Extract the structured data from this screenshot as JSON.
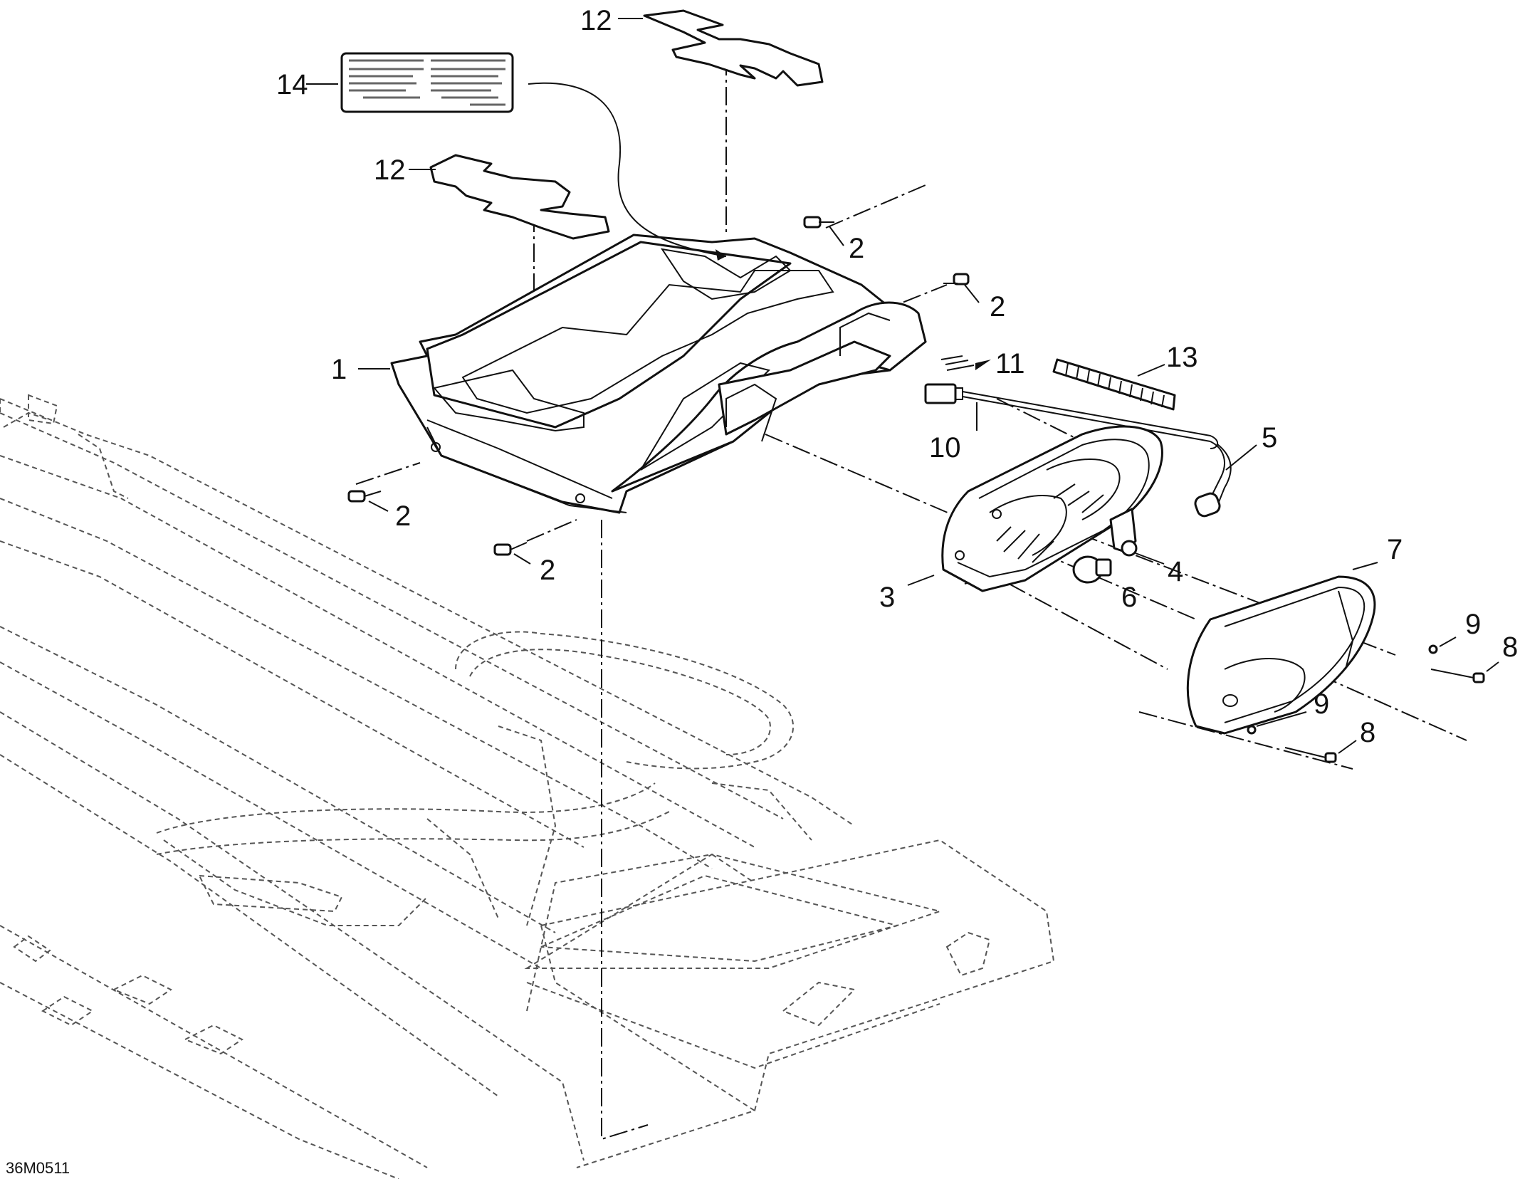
{
  "diagram": {
    "figure_code": "36M0511",
    "callouts": [
      "1",
      "2",
      "2",
      "2",
      "2",
      "3",
      "4",
      "5",
      "6",
      "7",
      "8",
      "8",
      "9",
      "9",
      "10",
      "11",
      "12",
      "12",
      "13",
      "14"
    ]
  }
}
